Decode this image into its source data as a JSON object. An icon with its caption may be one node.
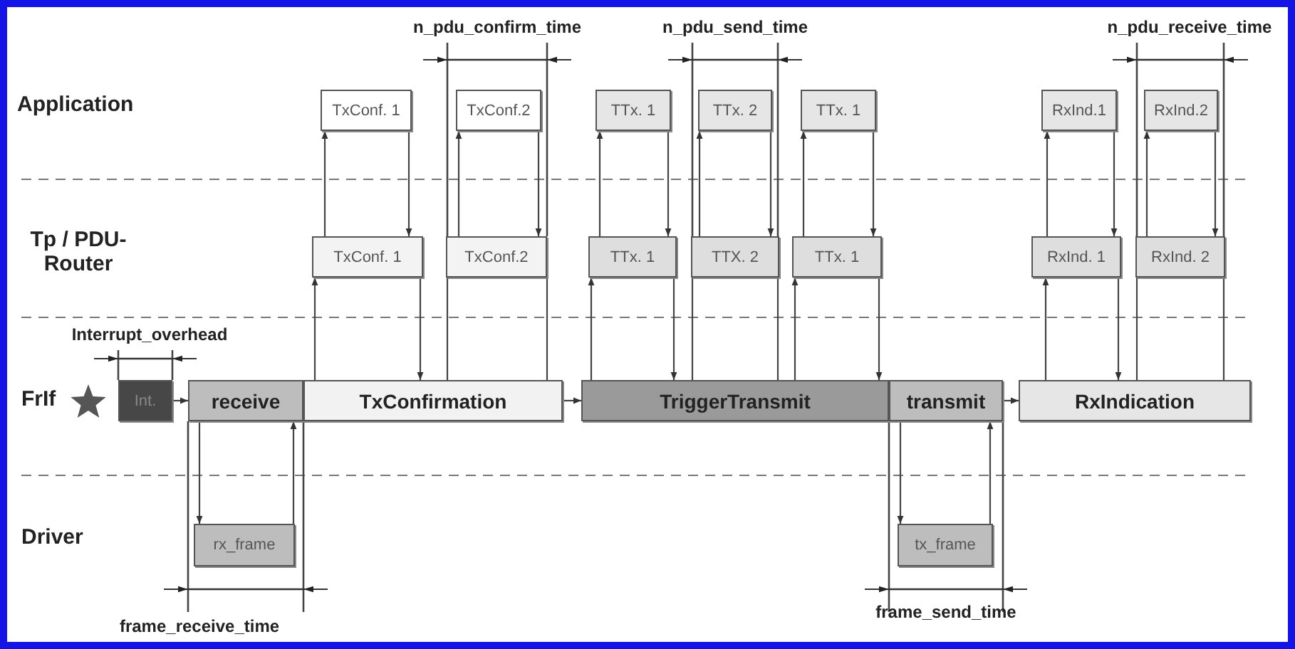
{
  "diagram": {
    "nodes": [
      {
        "text": [
          "TxConf. 1"
        ]
      },
      {
        "text": [
          "TxConf.2"
        ]
      },
      {
        "text": [
          "TTx. 1"
        ]
      },
      {
        "text": [
          "TTx. 2"
        ]
      },
      {
        "text": [
          "TTx. 1"
        ]
      },
      {
        "text": [
          "RxInd.1"
        ]
      },
      {
        "text": [
          "RxInd.2"
        ]
      },
      {
        "text": [
          "TxConf. 1"
        ]
      },
      {
        "text": [
          "TxConf.2"
        ]
      },
      {
        "text": [
          "TTx. 1"
        ]
      },
      {
        "text": [
          "TTX. 2"
        ]
      },
      {
        "text": [
          "TTx. 1"
        ]
      },
      {
        "text": [
          "RxInd. 1"
        ]
      },
      {
        "text": [
          "RxInd. 2"
        ]
      },
      {
        "text": [
          "Int."
        ]
      },
      {
        "text": [
          "receive"
        ]
      },
      {
        "text": [
          "TxConfirmation"
        ]
      },
      {
        "text": [
          "TriggerTransmit"
        ]
      },
      {
        "text": [
          "transmit"
        ]
      },
      {
        "text": [
          "RxIndication"
        ]
      },
      {
        "text": [
          "rx_frame"
        ]
      },
      {
        "text": [
          "tx_frame"
        ]
      }
    ],
    "edges": [
      {
        "from": 14,
        "to": 15,
        "arrow": "to"
      },
      {
        "from": 15,
        "to": 20,
        "arrow": "to"
      },
      {
        "from": 20,
        "to": 15,
        "arrow": "to"
      },
      {
        "from": 16,
        "to": 7,
        "arrow": "to"
      },
      {
        "from": 7,
        "to": 0,
        "arrow": "to"
      },
      {
        "from": 0,
        "to": 7,
        "arrow": "to"
      },
      {
        "from": 7,
        "to": 16,
        "arrow": "to"
      },
      {
        "from": 16,
        "to": 8,
        "arrow": "none"
      },
      {
        "from": 8,
        "to": 1,
        "arrow": "to"
      },
      {
        "from": 1,
        "to": 8,
        "arrow": "to"
      },
      {
        "from": 8,
        "to": 16,
        "arrow": "none"
      },
      {
        "from": 16,
        "to": 17,
        "arrow": "to"
      },
      {
        "from": 17,
        "to": 9,
        "arrow": "to"
      },
      {
        "from": 9,
        "to": 2,
        "arrow": "to"
      },
      {
        "from": 2,
        "to": 9,
        "arrow": "to"
      },
      {
        "from": 9,
        "to": 17,
        "arrow": "to"
      },
      {
        "from": 17,
        "to": 10,
        "arrow": "none"
      },
      {
        "from": 10,
        "to": 3,
        "arrow": "to"
      },
      {
        "from": 3,
        "to": 10,
        "arrow": "to"
      },
      {
        "from": 10,
        "to": 17,
        "arrow": "none"
      },
      {
        "from": 17,
        "to": 11,
        "arrow": "to"
      },
      {
        "from": 11,
        "to": 4,
        "arrow": "to"
      },
      {
        "from": 4,
        "to": 11,
        "arrow": "to"
      },
      {
        "from": 11,
        "to": 17,
        "arrow": "to"
      },
      {
        "from": 18,
        "to": 21,
        "arrow": "to"
      },
      {
        "from": 21,
        "to": 18,
        "arrow": "to"
      },
      {
        "from": 18,
        "to": 19,
        "arrow": "to"
      },
      {
        "from": 19,
        "to": 12,
        "arrow": "to"
      },
      {
        "from": 12,
        "to": 5,
        "arrow": "to"
      },
      {
        "from": 5,
        "to": 12,
        "arrow": "to"
      },
      {
        "from": 12,
        "to": 19,
        "arrow": "to"
      },
      {
        "from": 19,
        "to": 13,
        "arrow": "none"
      },
      {
        "from": 13,
        "to": 6,
        "arrow": "to"
      },
      {
        "from": 6,
        "to": 13,
        "arrow": "to"
      },
      {
        "from": 13,
        "to": 19,
        "arrow": "none"
      }
    ],
    "labels": [
      "n_pdu_confirm_time",
      "n_pdu_send_time",
      "n_pdu_receive_time",
      "Application",
      "Tp / PDU-Router",
      "Interrupt_overhead",
      "FrIf",
      "Driver",
      "frame_receive_time",
      "frame_send_time"
    ]
  }
}
